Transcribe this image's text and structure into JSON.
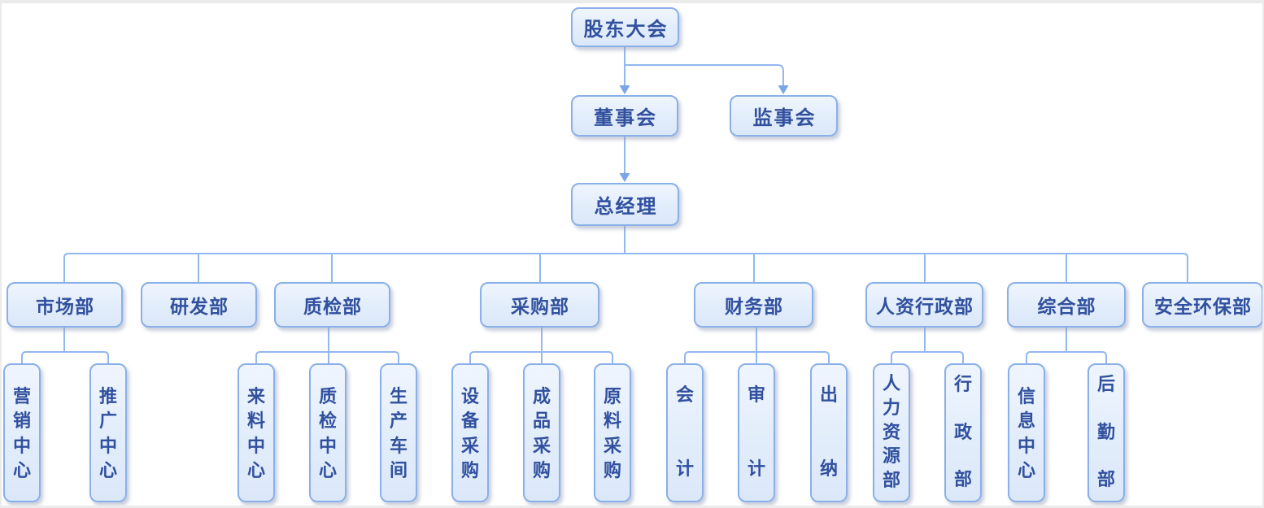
{
  "colors": {
    "box_fill_top": "#eff5fd",
    "box_fill_bottom": "#dbe8f9",
    "box_border": "#89b0e8",
    "text": "#31509e",
    "connector_line": "#92b8ef",
    "arrowhead": "#7aa5e8",
    "page_frame": "#ebebeb",
    "background": "#ffffff"
  },
  "org": {
    "root": {
      "label": "股东大会"
    },
    "board": {
      "label": "董事会"
    },
    "supervisory": {
      "label": "监事会"
    },
    "gm": {
      "label": "总经理"
    },
    "departments": [
      {
        "label": "市场部",
        "children": [
          {
            "label": "营销中心"
          },
          {
            "label": "推广中心"
          }
        ]
      },
      {
        "label": "研发部",
        "children": []
      },
      {
        "label": "质检部",
        "children": [
          {
            "label": "来料中心"
          },
          {
            "label": "质检中心"
          },
          {
            "label": "生产车间"
          }
        ]
      },
      {
        "label": "采购部",
        "children": [
          {
            "label": "设备采购"
          },
          {
            "label": "成品采购"
          },
          {
            "label": "原料采购"
          }
        ]
      },
      {
        "label": "财务部",
        "children": [
          {
            "label": "会计"
          },
          {
            "label": "审计"
          },
          {
            "label": "出纳"
          }
        ]
      },
      {
        "label": "人资行政部",
        "children": [
          {
            "label": "人力资源部"
          },
          {
            "label": "行政部"
          }
        ]
      },
      {
        "label": "综合部",
        "children": [
          {
            "label": "信息中心"
          },
          {
            "label": "后勤部"
          }
        ]
      },
      {
        "label": "安全环保部",
        "children": []
      }
    ]
  }
}
